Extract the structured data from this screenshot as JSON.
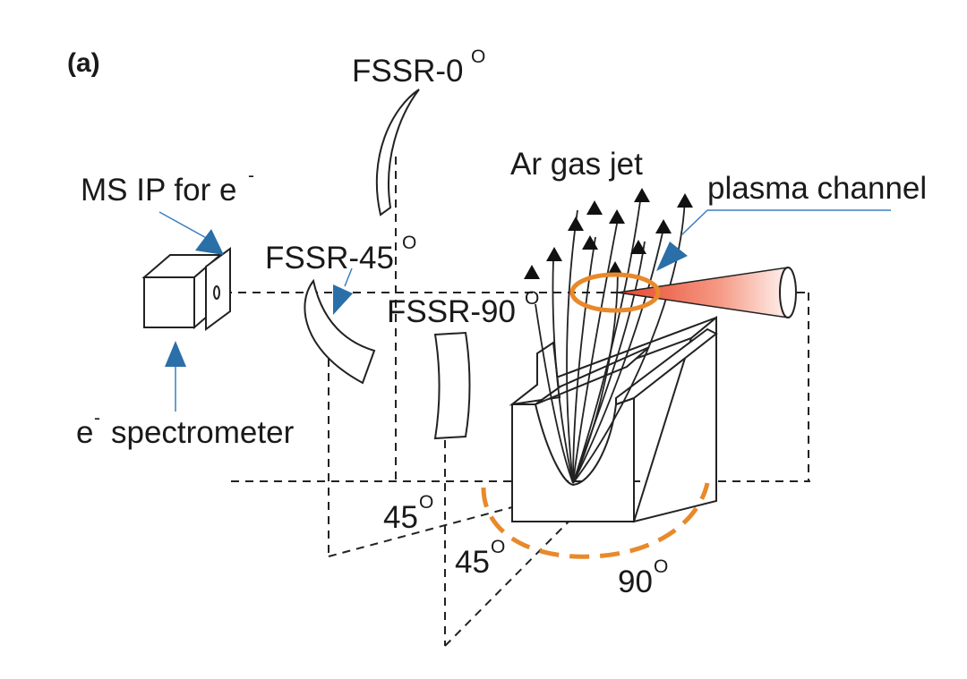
{
  "labels": {
    "panel": "(a)",
    "fssr0": "FSSR-0",
    "fssr45": "FSSR-45",
    "fssr90": "FSSR-90",
    "degree_sup": "O",
    "ms_ip": "MS IP for e",
    "electron_sup": "-",
    "spectrometer": "spectrometer",
    "spectrometer_prefix": "e",
    "gas_jet": "Ar gas jet",
    "plasma": "plasma channel",
    "angle45a": "45",
    "angle45b": "45",
    "angle90": "90"
  },
  "colors": {
    "ink": "#222222",
    "arrow_blue": "#2a6fa8",
    "leader_blue": "#3b7fbf",
    "orange": "#e8892a",
    "laser_red": "#f05a3c"
  }
}
